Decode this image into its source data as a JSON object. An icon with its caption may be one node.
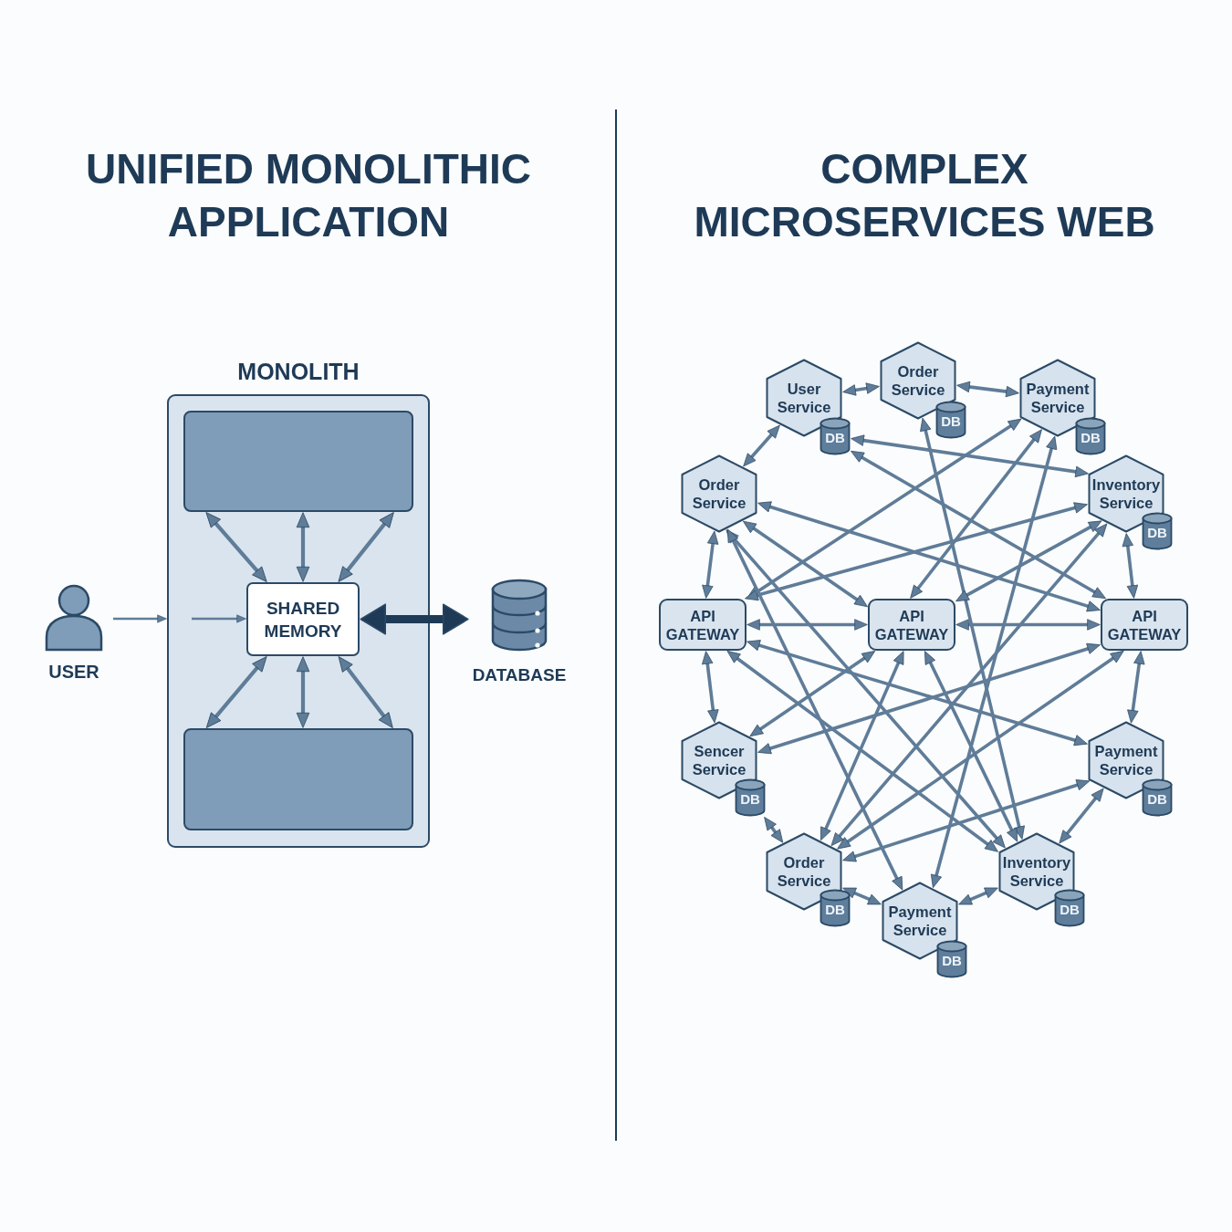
{
  "diagram": {
    "nodes": [
      {
        "text": [
          "MONOLITH"
        ]
      },
      {
        "text": [],
        "shape": "box",
        "in": 0
      },
      {
        "text": [
          "SHARED MEMORY"
        ],
        "in": 0
      },
      {
        "text": [],
        "shape": "box",
        "in": 0
      },
      {
        "text": [
          "USER"
        ]
      },
      {
        "text": [
          "DATABASE"
        ]
      },
      {
        "text": [
          "User Service"
        ]
      },
      {
        "text": [
          "DB"
        ]
      },
      {
        "text": [
          "Order Service"
        ]
      },
      {
        "text": [
          "DB"
        ]
      },
      {
        "text": [
          "Payment Service"
        ]
      },
      {
        "text": [
          "DB"
        ]
      },
      {
        "text": [
          "Order Service"
        ]
      },
      {
        "text": [
          "Inventory Service"
        ]
      },
      {
        "text": [
          "DB"
        ]
      },
      {
        "text": [
          "API GATEWAY"
        ]
      },
      {
        "text": [
          "API GATEWAY"
        ]
      },
      {
        "text": [
          "API GATEWAY"
        ]
      },
      {
        "text": [
          "Sencer Service"
        ]
      },
      {
        "text": [
          "DB"
        ]
      },
      {
        "text": [
          "Payment Service"
        ]
      },
      {
        "text": [
          "DB"
        ]
      },
      {
        "text": [
          "Order Service"
        ]
      },
      {
        "text": [
          "DB"
        ]
      },
      {
        "text": [
          "Inventory Service"
        ]
      },
      {
        "text": [
          "DB"
        ]
      },
      {
        "text": [
          "Payment Service"
        ]
      },
      {
        "text": [
          "DB"
        ]
      }
    ],
    "edges": [
      {
        "from": 4,
        "to": 0,
        "arrow": "to"
      },
      {
        "from": null,
        "to": 2,
        "arrow": "to"
      },
      {
        "from": 2,
        "to": 1,
        "arrow": "both"
      },
      {
        "from": 2,
        "to": 1,
        "arrow": "both"
      },
      {
        "from": 2,
        "to": 1,
        "arrow": "both"
      },
      {
        "from": 2,
        "to": 3,
        "arrow": "both"
      },
      {
        "from": 2,
        "to": 3,
        "arrow": "both"
      },
      {
        "from": 2,
        "to": 3,
        "arrow": "both"
      },
      {
        "from": 2,
        "to": 5,
        "arrow": "both",
        "style": "thick",
        "color": "#1e3a56"
      },
      {
        "from": 6,
        "to": 8,
        "arrow": "both"
      },
      {
        "from": 8,
        "to": 10,
        "arrow": "both"
      },
      {
        "from": 6,
        "to": 12,
        "arrow": "both"
      },
      {
        "from": 12,
        "to": 15,
        "arrow": "both"
      },
      {
        "from": 15,
        "to": 18,
        "arrow": "both"
      },
      {
        "from": 19,
        "to": 22,
        "arrow": "both"
      },
      {
        "from": 22,
        "to": 26,
        "arrow": "both"
      },
      {
        "from": 26,
        "to": 24,
        "arrow": "both"
      },
      {
        "from": 24,
        "to": 20,
        "arrow": "both"
      },
      {
        "from": 20,
        "to": 17,
        "arrow": "both"
      },
      {
        "from": 13,
        "to": 17,
        "arrow": "both"
      },
      {
        "from": 15,
        "to": 16,
        "arrow": "both"
      },
      {
        "from": 16,
        "to": 17,
        "arrow": "both"
      },
      {
        "from": 7,
        "to": 13,
        "arrow": "both"
      },
      {
        "from": 7,
        "to": 17,
        "arrow": "both"
      },
      {
        "from": 12,
        "to": 17,
        "arrow": "both"
      },
      {
        "from": 12,
        "to": 16,
        "arrow": "both"
      },
      {
        "from": 12,
        "to": 24,
        "arrow": "both"
      },
      {
        "from": 8,
        "to": 24,
        "arrow": "both"
      },
      {
        "from": 10,
        "to": 15,
        "arrow": "both"
      },
      {
        "from": 10,
        "to": 16,
        "arrow": "both"
      },
      {
        "from": 10,
        "to": 26,
        "arrow": "both"
      },
      {
        "from": 15,
        "to": 13,
        "arrow": "both"
      },
      {
        "from": 15,
        "to": 20,
        "arrow": "both"
      },
      {
        "from": 15,
        "to": 24,
        "arrow": "both"
      },
      {
        "from": 16,
        "to": 18,
        "arrow": "both"
      },
      {
        "from": 16,
        "to": 22,
        "arrow": "both"
      },
      {
        "from": 16,
        "to": 24,
        "arrow": "both"
      },
      {
        "from": 16,
        "to": 13,
        "arrow": "both"
      },
      {
        "from": 17,
        "to": 18,
        "arrow": "both"
      },
      {
        "from": 17,
        "to": 22,
        "arrow": "both"
      },
      {
        "from": 22,
        "to": 20,
        "arrow": "both"
      },
      {
        "from": 22,
        "to": 13,
        "arrow": "both"
      },
      {
        "from": 12,
        "to": 26,
        "arrow": "both"
      }
    ],
    "labels": [
      "UNIFIED MONOLITHIC APPLICATION",
      "COMPLEX MICROSERVICES WEB"
    ]
  }
}
